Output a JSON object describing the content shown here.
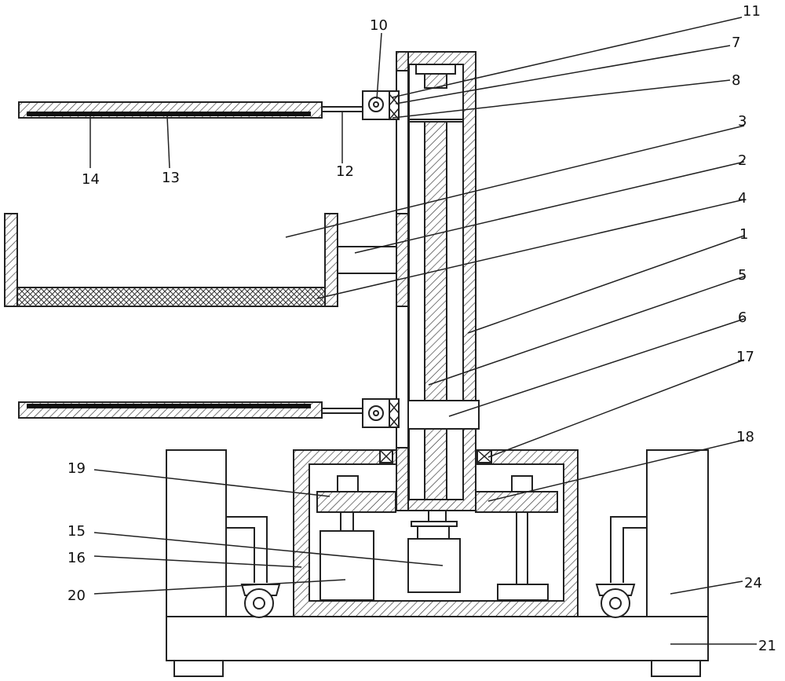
{
  "diagram": {
    "labels": [
      {
        "id": "label-10",
        "text": "10"
      },
      {
        "id": "label-11",
        "text": "11"
      },
      {
        "id": "label-7",
        "text": "7"
      },
      {
        "id": "label-8",
        "text": "8"
      },
      {
        "id": "label-3",
        "text": "3"
      },
      {
        "id": "label-2",
        "text": "2"
      },
      {
        "id": "label-4",
        "text": "4"
      },
      {
        "id": "label-1",
        "text": "1"
      },
      {
        "id": "label-5",
        "text": "5"
      },
      {
        "id": "label-6",
        "text": "6"
      },
      {
        "id": "label-17",
        "text": "17"
      },
      {
        "id": "label-18",
        "text": "18"
      },
      {
        "id": "label-14",
        "text": "14"
      },
      {
        "id": "label-13",
        "text": "13"
      },
      {
        "id": "label-12",
        "text": "12"
      },
      {
        "id": "label-19",
        "text": "19"
      },
      {
        "id": "label-15",
        "text": "15"
      },
      {
        "id": "label-16",
        "text": "16"
      },
      {
        "id": "label-20",
        "text": "20"
      },
      {
        "id": "label-24",
        "text": "24"
      },
      {
        "id": "label-21",
        "text": "21"
      }
    ]
  }
}
